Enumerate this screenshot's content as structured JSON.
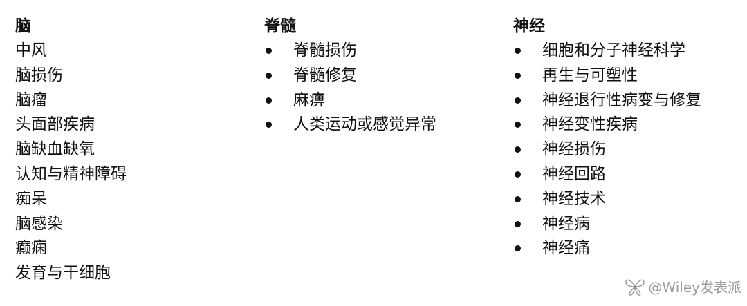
{
  "columns": {
    "brain": {
      "title": "脑",
      "items": [
        "中风",
        "脑损伤",
        "脑瘤",
        "头面部疾病",
        "脑缺血缺氧",
        "认知与精神障碍",
        "痴呆",
        "脑感染",
        "癫痫",
        "发育与干细胞"
      ]
    },
    "spine": {
      "title": "脊髓",
      "items": [
        "脊髓损伤",
        "脊髓修复",
        "麻痹",
        "人类运动或感觉异常"
      ]
    },
    "nerve": {
      "title": "神经",
      "items": [
        "细胞和分子神经科学",
        "再生与可塑性",
        "神经退行性病变与修复",
        "神经变性疾病",
        "神经损伤",
        "神经回路",
        "神经技术",
        "神经病",
        "神经痛"
      ]
    }
  },
  "watermark": {
    "text": "@Wiley发表派",
    "icon": "butterfly-logo-icon"
  }
}
